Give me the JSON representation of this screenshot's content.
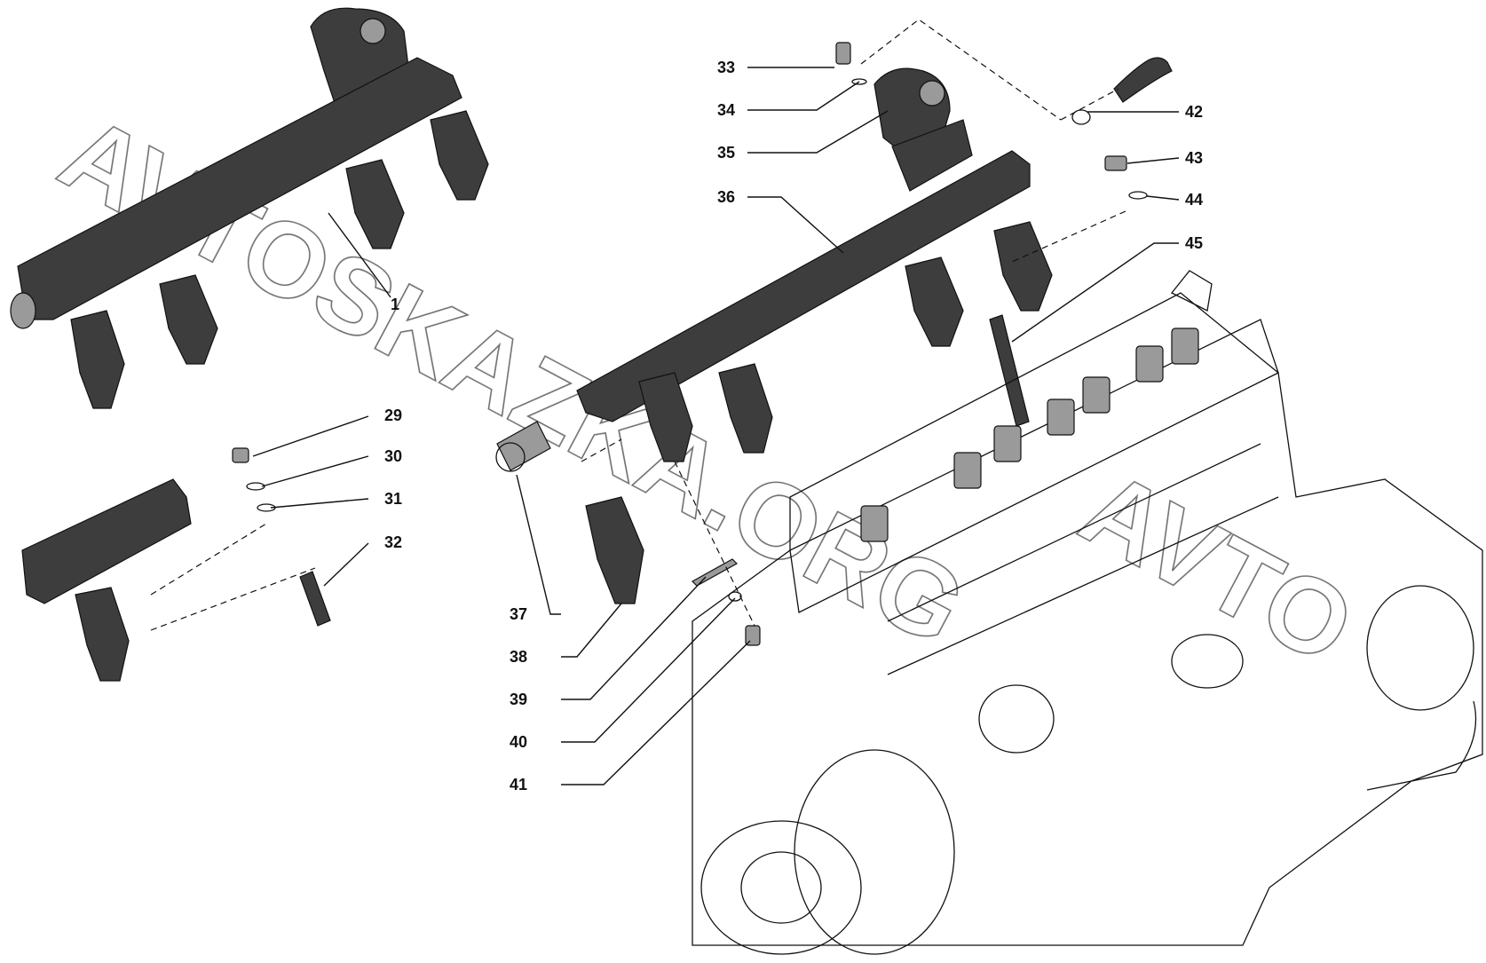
{
  "watermark": {
    "text_top": "AVTOSKAZKA.ORG",
    "text_right": "AVTO"
  },
  "callouts": [
    {
      "id": "label-1",
      "text": "1"
    },
    {
      "id": "label-29",
      "text": "29"
    },
    {
      "id": "label-30",
      "text": "30"
    },
    {
      "id": "label-31",
      "text": "31"
    },
    {
      "id": "label-32",
      "text": "32"
    },
    {
      "id": "label-33",
      "text": "33"
    },
    {
      "id": "label-34",
      "text": "34"
    },
    {
      "id": "label-35",
      "text": "35"
    },
    {
      "id": "label-36",
      "text": "36"
    },
    {
      "id": "label-37",
      "text": "37"
    },
    {
      "id": "label-38",
      "text": "38"
    },
    {
      "id": "label-39",
      "text": "39"
    },
    {
      "id": "label-40",
      "text": "40"
    },
    {
      "id": "label-41",
      "text": "41"
    },
    {
      "id": "label-42",
      "text": "42"
    },
    {
      "id": "label-43",
      "text": "43"
    },
    {
      "id": "label-44",
      "text": "44"
    },
    {
      "id": "label-45",
      "text": "45"
    }
  ]
}
